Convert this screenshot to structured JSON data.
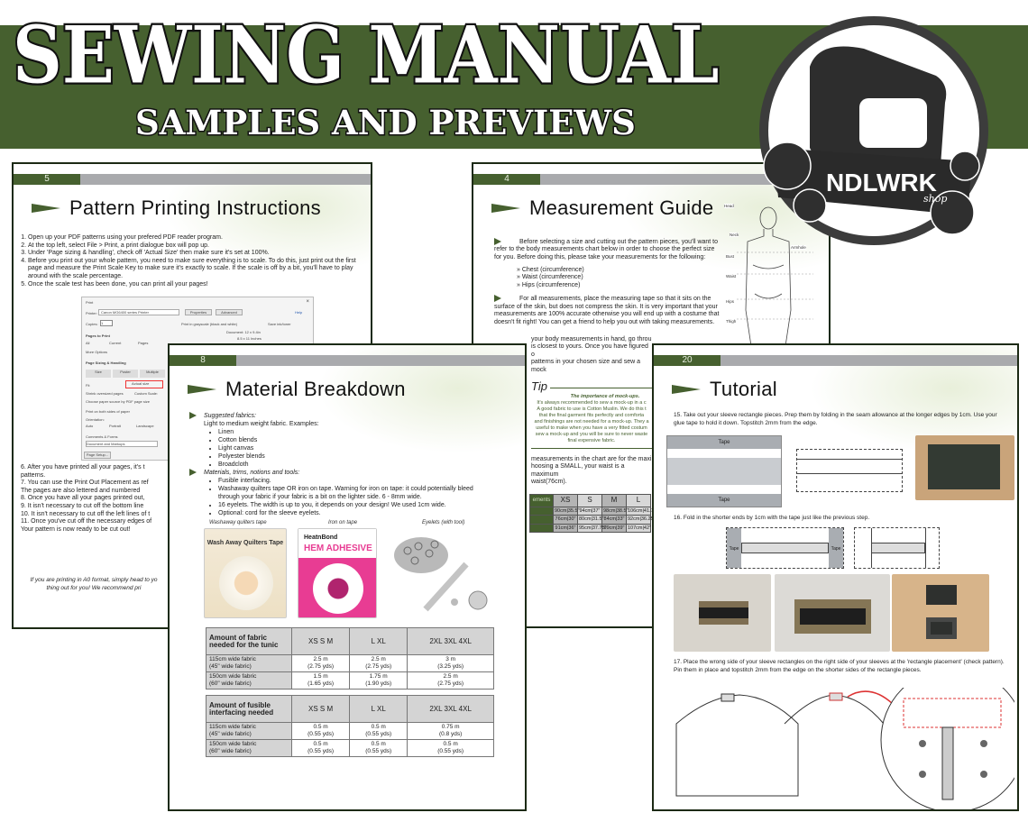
{
  "header": {
    "title": "SEWING MANUAL",
    "subtitle": "SAMPLES AND PREVIEWS",
    "logo_text": "NDLWRK",
    "logo_script": "shop",
    "brand_color": "#46602f"
  },
  "page5": {
    "number": "5",
    "title": "Pattern Printing Instructions",
    "steps": [
      "Open up your PDF patterns using your prefered PDF reader program.",
      "At the top left, select File > Print, a print dialogue box will pop up.",
      "Under 'Page sizing & handling', check off 'Actual Size' then make sure it's set at 100%.",
      "Before you print out your whole pattern, you need to make sure everything is to scale. To do this, just print out the first page and measure the Print Scale Key to make sure it's exactly to scale. If the scale is off by a bit, you'll have to play around with the scale percentage.",
      "Once the scale test has been done, you can print all your pages!"
    ],
    "steps_clipped": [
      "6.  After you have printed all your pages, it's t",
      "     patterns.",
      "7.  You can use the Print Out Placement as ref",
      "     The pages are also lettered and numbered",
      "8.  Once you have all your pages printed out,",
      "9.  It isn't necessary to cut off the bottom line",
      "10. It isn't necessary to cut off the left lines of t",
      "11. Once you've cut off the necessary edges of",
      "     Your pattern is now ready to be cut out!"
    ],
    "note_clipped": [
      "If you are printing in A0 format, simply head to yo",
      "thing out for you! We recommend pri"
    ],
    "dialog": {
      "title": "Print",
      "printer_label": "Printer:",
      "printer": "Canon MG6400 series Printer",
      "properties": "Properties",
      "advanced": "Advanced",
      "help": "Help",
      "copies_label": "Copies:",
      "copies": "1",
      "grayscale": "Print in grayscale (black and white)",
      "save_ink": "Save ink/toner",
      "pages_label": "Pages to Print",
      "all": "All",
      "current": "Current",
      "pages": "Pages",
      "more": "More Options",
      "sizing_label": "Page Sizing & Handling",
      "size": "Size",
      "poster": "Poster",
      "multiple": "Multiple",
      "fit": "Fit",
      "actual": "Actual size",
      "shrink": "Shrink oversized pages",
      "custom": "Custom Scale:",
      "paper_source": "Choose paper source by PDF page size",
      "both_sides": "Print on both sides of paper",
      "orientation": "Orientation:",
      "auto": "Auto",
      "portrait": "Portrait",
      "landscape": "Landscape",
      "comments": "Comments & Forms",
      "comments_value": "Document and Markups",
      "document": "Document: 12 x 9.4in",
      "doc_size": "8.5 x 11 Inches",
      "page_setup": "Page Setup..."
    }
  },
  "page4": {
    "number": "4",
    "title": "Measurement Guide",
    "para1": "Before selecting a size and cutting out the pattern pieces, you'll want to refer to the body measurements chart below in order to choose the perfect size for you. Before doing this, please take your measurements for the following:",
    "measures": [
      "» Chest (circumference)",
      "» Waist (circumference)",
      "» Hips (circumference)"
    ],
    "para2": "For all measurements, place the measuring tape so that it sits on the surface of the skin, but does not compress the skin. It is very important that your measurements are 100% accurate otherwise you will end up with a costume that doesn't fit right! You can get a friend to help you out with taking measurements.",
    "para3_clipped": [
      "your body measurements in hand, go throu",
      "is closest to yours. Once you have figured o",
      "patterns in your chosen size and sew a mock"
    ],
    "figure_labels": [
      "Head",
      "Neck",
      "Armhole",
      "Bust",
      "Waist",
      "Hips",
      "Thigh"
    ],
    "tip": {
      "label": "Tip",
      "heading": "The importance of mock-ups.",
      "lines": [
        "It's always recommended to sew a mock-up in a c",
        "A good fabric to use is Cotton Muslin. We do this t",
        "that the final garment fits perfectly and comforta",
        "and finishings are not needed for a mock-up. They a",
        "useful to make when you have a very fitted costum",
        "sew a mock-up and you will be sure to never waste",
        "final expensive fabric."
      ]
    },
    "para4_clipped": [
      "measurements in the chart are for the maxi",
      "hoosing a SMALL, your waist is a maximum",
      "waist(76cm)."
    ],
    "table": {
      "corner": "ements",
      "sizes": [
        "XS",
        "S",
        "M",
        "L"
      ],
      "rows": [
        [
          "90cm|35.5\"",
          "94cm|37\"",
          "98cm|38.5\"",
          "106cm|41.75\""
        ],
        [
          "76cm|30\"",
          "80cm|31.5\"",
          "84cm|33\"",
          "92cm|36.25\""
        ],
        [
          "91cm|36\"",
          "95cm|37.75\"",
          "99cm|39\"",
          "107cm|42\""
        ]
      ]
    }
  },
  "page8": {
    "number": "8",
    "title": "Material Breakdown",
    "fabrics_heading": "Suggested fabrics:",
    "fabrics_intro": "Light to medium weight fabric. Examples:",
    "fabrics": [
      "Linen",
      "Cotton blends",
      "Light canvas",
      "Polyester blends",
      "Broadcloth"
    ],
    "materials_heading": "Materials, trims, notions and tools:",
    "materials": [
      "Fusible interfacing.",
      "Washaway quilters tape OR iron on tape. Warning for iron on tape: it could potentially bleed through your fabric if your fabric is a bit on the lighter side. 6 - 8mm wide.",
      "16 eyelets. The width is up to you, it depends on your design! We used 1cm wide.",
      "Optional: cord for the sleeve eyelets."
    ],
    "captions": [
      "Washaway quilters tape",
      "Iron on tape",
      "Eyelets (with tool)"
    ],
    "product1": "Wash Away Quilters Tape",
    "product2_brand": "HeatnBond",
    "product2": "HEM ADHESIVE",
    "tables": [
      {
        "header": "Amount of fabric needed for the tunic",
        "sizes": [
          "XS  S  M",
          "L  XL",
          "2XL  3XL  4XL"
        ],
        "rows": [
          {
            "label": [
              "115cm wide fabric",
              "(45\" wide fabric)"
            ],
            "values": [
              [
                "2.5 m",
                "(2.75 yds)"
              ],
              [
                "2.5 m",
                "(2.75 yds)"
              ],
              [
                "3 m",
                "(3.25 yds)"
              ]
            ]
          },
          {
            "label": [
              "150cm wide fabric",
              "(60\" wide fabric)"
            ],
            "values": [
              [
                "1.5 m",
                "(1.65 yds)"
              ],
              [
                "1.75 m",
                "(1.90 yds)"
              ],
              [
                "2.5 m",
                "(2.75 yds)"
              ]
            ]
          }
        ]
      },
      {
        "header": "Amount of fusible interfacing needed",
        "sizes": [
          "XS  S  M",
          "L  XL",
          "2XL  3XL  4XL"
        ],
        "rows": [
          {
            "label": [
              "115cm wide fabric",
              "(45\" wide fabric)"
            ],
            "values": [
              [
                "0.5 m",
                "(0.55 yds)"
              ],
              [
                "0.5 m",
                "(0.55 yds)"
              ],
              [
                "0.75 m",
                "(0.8 yds)"
              ]
            ]
          },
          {
            "label": [
              "150cm wide fabric",
              "(60\" wide fabric)"
            ],
            "values": [
              [
                "0.5 m",
                "(0.55 yds)"
              ],
              [
                "0.5 m",
                "(0.55 yds)"
              ],
              [
                "0.5 m",
                "(0.55 yds)"
              ]
            ]
          }
        ]
      }
    ]
  },
  "page20": {
    "number": "20",
    "title": "Tutorial",
    "step15": "15. Take out your sleeve rectangle pieces. Prep them by folding in the seam allowance at the longer edges by 1cm. Use your glue tape to hold it down. Topstitch 2mm from the edge.",
    "tape_label": "Tape",
    "step16": "16. Fold in the shorter ends by 1cm with the tape just like the previous step.",
    "step17": "17. Place the wrong side of your sleeve rectangles on the right side of your sleeves at the 'rectangle placement' (check pattern). Pin them in place and topstitch 2mm from the edge on the shorter sides of the rectangle pieces."
  }
}
